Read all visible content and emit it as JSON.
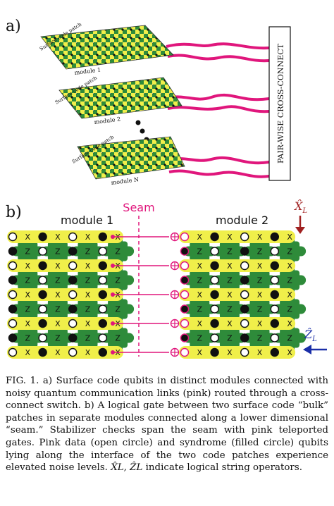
{
  "panel_a": {
    "label": "a)",
    "patch_label": "Surface code patch",
    "modules": [
      "module 1",
      "module 2",
      "module N"
    ],
    "switch_label": "PAIR-WISE CROSS-CONNECT"
  },
  "panel_b": {
    "label": "b)",
    "seam_label": "Seam",
    "module1_label": "module 1",
    "module2_label": "module 2",
    "xl_label": "X̂",
    "xl_sub": "L",
    "zl_label": "Ẑ",
    "zl_sub": "L",
    "x_letter": "X",
    "z_letter": "Z"
  },
  "colors": {
    "pink": "#e0167c",
    "yellow": "#f0ef4a",
    "green": "#2e8b3a",
    "dark_red": "#a02020",
    "blue": "#1a2ea8"
  },
  "caption": {
    "text": "FIG. 1. a) Surface code qubits in distinct modules connected with noisy quantum communication links (pink) routed through a cross-connect switch. b) A logical gate between two surface code “bulk” patches in separate modules connected along a lower dimensional “seam.” Stabilizer checks span the seam with pink teleported gates. Pink data (open circle) and syndrome (filled circle) qubits lying along the interface of the two code patches experience elevated noise levels.",
    "ops": "X̂L, ẐL",
    "tail": " indicate logical string operators."
  }
}
